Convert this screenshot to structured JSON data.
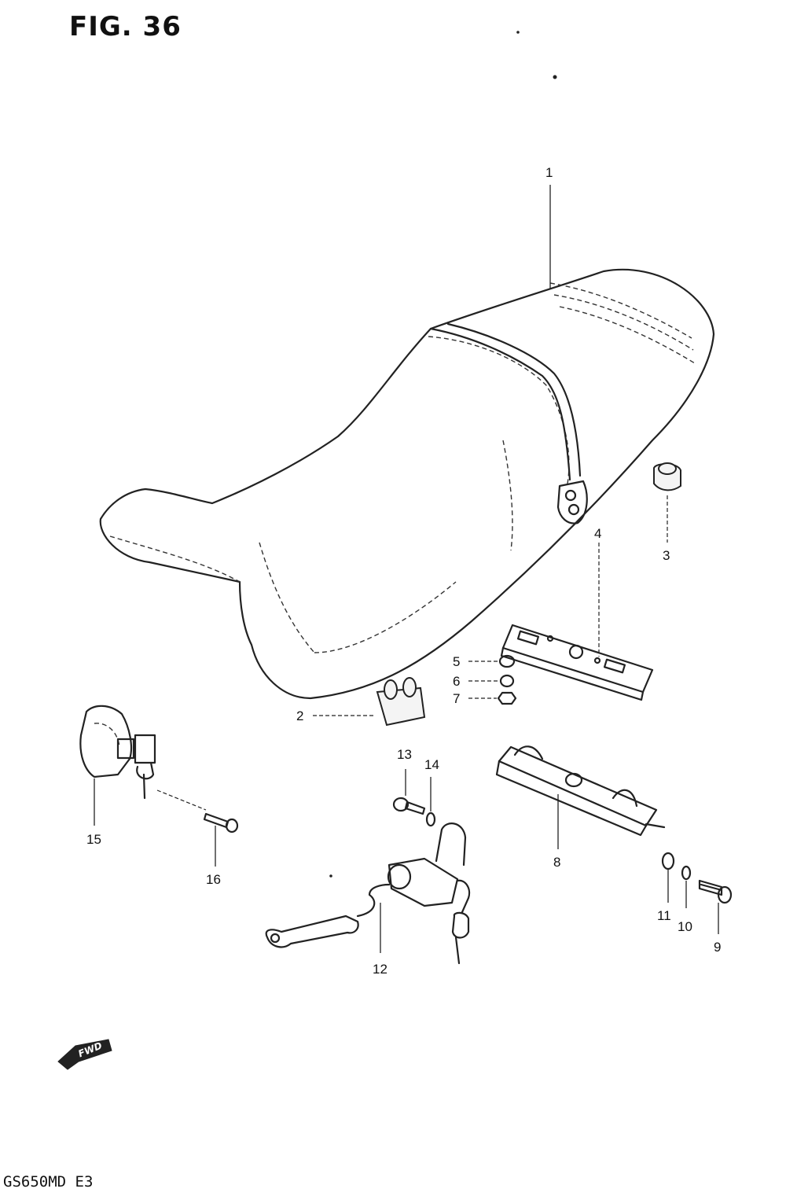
{
  "figure": {
    "title": "FIG. 36",
    "model_code": "GS650MD  E3",
    "direction_marker": "FWD"
  },
  "callouts": [
    {
      "id": "1",
      "label": "1",
      "part": "seat"
    },
    {
      "id": "2",
      "label": "2",
      "part": "seat-cushion-bottom"
    },
    {
      "id": "3",
      "label": "3",
      "part": "seat-cushion-rear"
    },
    {
      "id": "4",
      "label": "4",
      "part": "seat-hinge-plate"
    },
    {
      "id": "5",
      "label": "5",
      "part": "washer"
    },
    {
      "id": "6",
      "label": "6",
      "part": "lock-washer"
    },
    {
      "id": "7",
      "label": "7",
      "part": "nut"
    },
    {
      "id": "8",
      "label": "8",
      "part": "seat-hinge"
    },
    {
      "id": "9",
      "label": "9",
      "part": "bolt"
    },
    {
      "id": "10",
      "label": "10",
      "part": "lock-washer"
    },
    {
      "id": "11",
      "label": "11",
      "part": "washer"
    },
    {
      "id": "12",
      "label": "12",
      "part": "seat-lock-assy"
    },
    {
      "id": "13",
      "label": "13",
      "part": "bolt"
    },
    {
      "id": "14",
      "label": "14",
      "part": "lock-washer"
    },
    {
      "id": "15",
      "label": "15",
      "part": "helmet-lock"
    },
    {
      "id": "16",
      "label": "16",
      "part": "bolt"
    }
  ]
}
